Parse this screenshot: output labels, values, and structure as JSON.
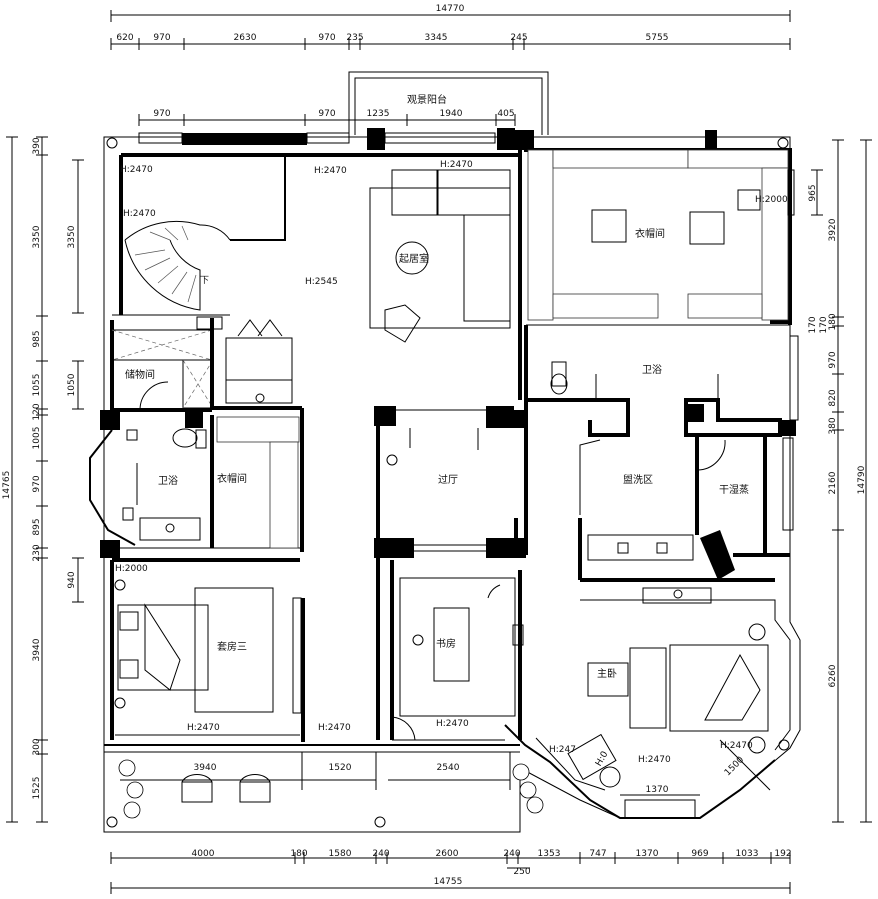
{
  "dimensions": {
    "top_total": "14770",
    "top_segments": [
      "620",
      "970",
      "2630",
      "970",
      "235",
      "3345",
      "245",
      "5755"
    ],
    "top_inner": [
      "970",
      "970",
      "1235",
      "1940",
      "405"
    ],
    "bottom_total": "14755",
    "bottom_segments": [
      "4000",
      "180",
      "1580",
      "240",
      "2600",
      "240",
      "1353",
      "747",
      "1370",
      "969",
      "1033",
      "192"
    ],
    "bottom_extra": "250",
    "left_total": "14765",
    "left_segments": [
      "390",
      "3350",
      "985",
      "1055",
      "120",
      "1005",
      "970",
      "895",
      "230",
      "3940",
      "300",
      "1525"
    ],
    "left_inner": [
      "3350",
      "1050",
      "940"
    ],
    "right_total": "14790",
    "right_segments": [
      "3920",
      "180",
      "970",
      "820",
      "380",
      "2160",
      "6260"
    ],
    "right_inner": [
      "965",
      "170",
      "170"
    ],
    "inner_spans": [
      "3940",
      "1520",
      "2540",
      "1370",
      "1500"
    ]
  },
  "rooms": {
    "balcony": "观景阳台",
    "living": "起居室",
    "cloak1": "衣帽间",
    "bath1": "卫浴",
    "storage": "储物间",
    "bath2": "卫浴",
    "cloak2": "衣帽间",
    "hall": "过厅",
    "washing": "盥洗区",
    "sauna": "干湿蒸",
    "suite3": "套房三",
    "study": "书房",
    "master": "主卧"
  },
  "heights": {
    "h2470": "H:2470",
    "h2545": "H:2545",
    "h2000": "H:2000",
    "h2470b": "H:247",
    "h2470c": "H:2470",
    "circle": "H:0"
  }
}
